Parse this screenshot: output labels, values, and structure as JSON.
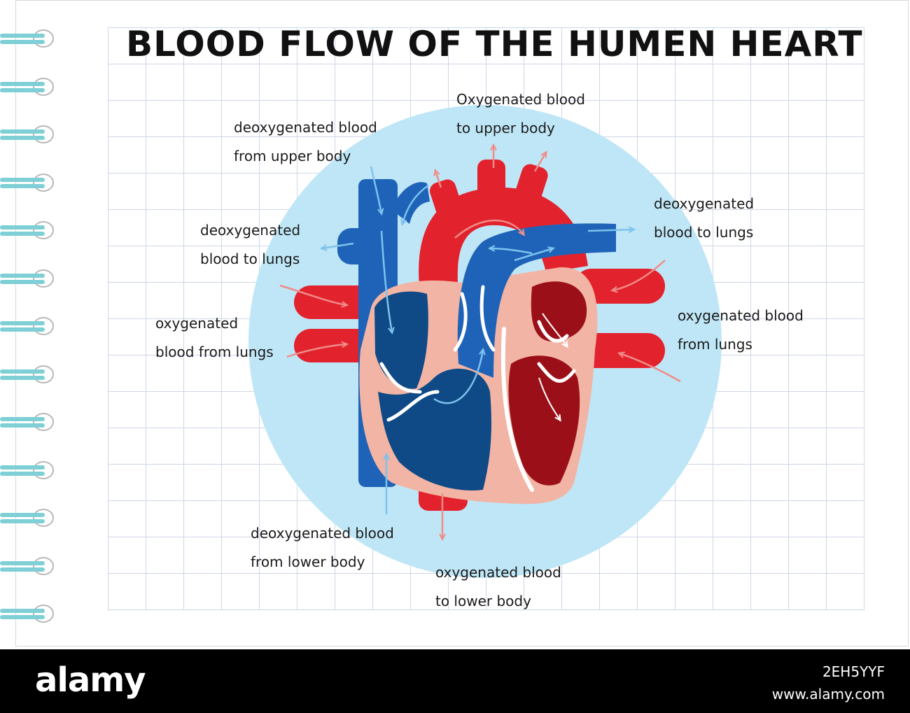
{
  "title": "BLOOD FLOW OF THE HUMEN HEART",
  "labels": {
    "deoxy_upper": [
      "deoxygenated blood",
      "from upper body"
    ],
    "oxy_upper": [
      "Oxygenated blood",
      "to upper body"
    ],
    "deoxy_lungs_left": [
      "deoxygenated",
      "blood to lungs"
    ],
    "deoxy_lungs_right": [
      "deoxygenated",
      "blood to lungs"
    ],
    "oxy_from_lungs_left": [
      "oxygenated",
      "blood from lungs"
    ],
    "oxy_from_lungs_right": [
      "oxygenated blood",
      "from lungs"
    ],
    "deoxy_lower": [
      "deoxygenated blood",
      "from lower body"
    ],
    "oxy_lower": [
      "oxygenated blood",
      "to lower body"
    ]
  },
  "colors": {
    "circle": "#bfe6f6",
    "deoxygenated": "#1f63b8",
    "oxygenated": "#e2222d",
    "deoxy_inner": "#0f4a86",
    "oxy_inner": "#9b1018",
    "heart_wall": "#f2b4a4",
    "arrow_deoxy": "#7dc3ec",
    "arrow_oxy": "#f08c88",
    "ring": "#7fcfd6"
  },
  "footer": {
    "logo": "alamy",
    "image_id": "2EH5YYF",
    "url": "www.alamy.com"
  }
}
